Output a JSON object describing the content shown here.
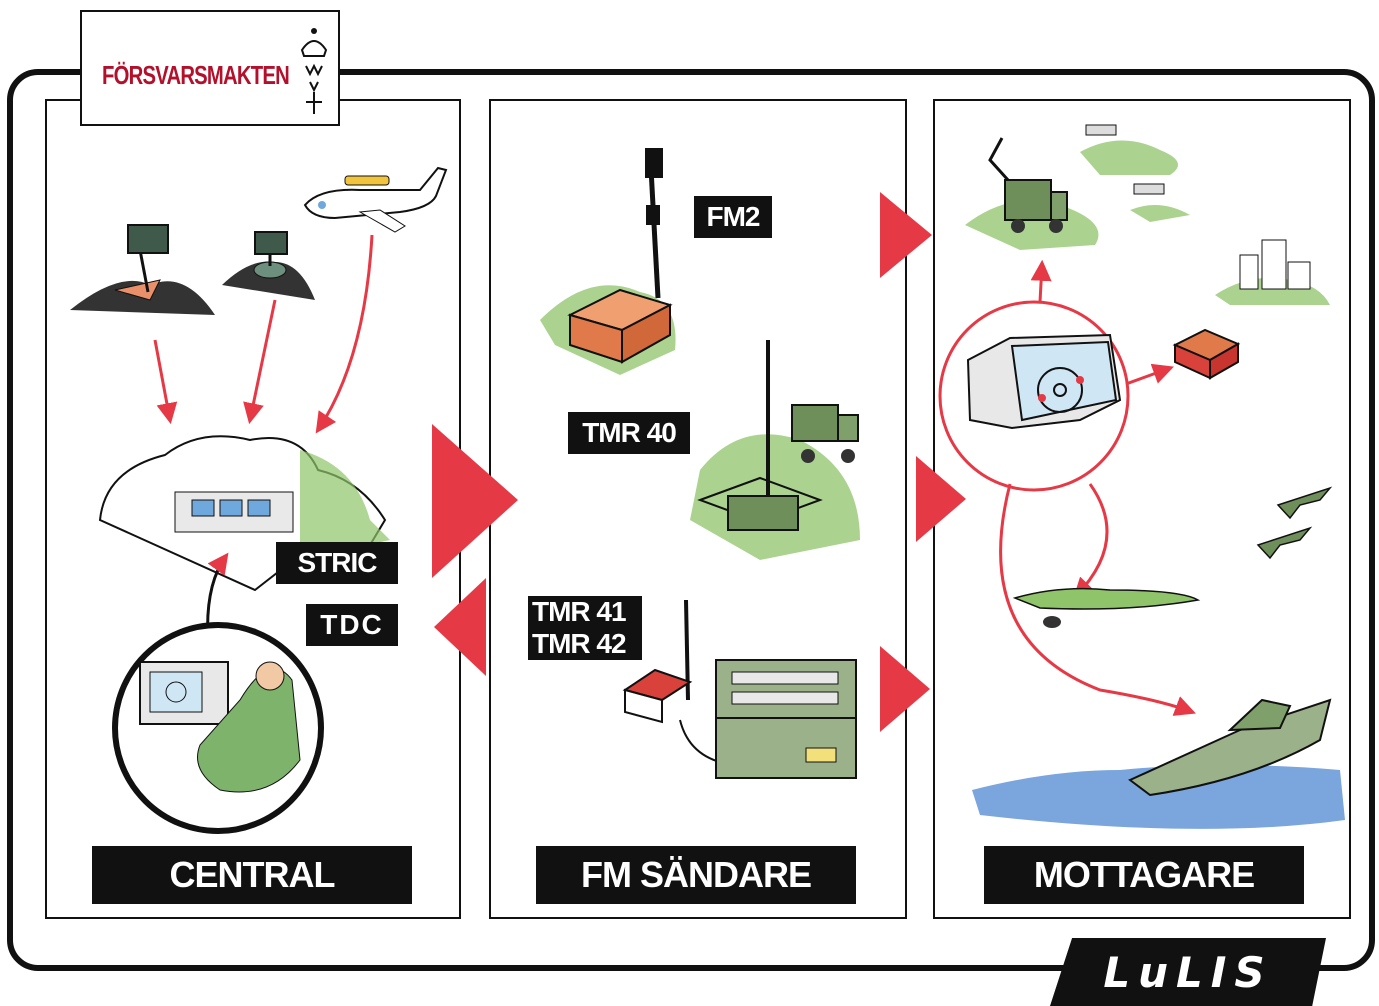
{
  "logo": {
    "text": "FÖRSVARSMAKTEN"
  },
  "panels": [
    {
      "title": "CENTRAL"
    },
    {
      "title": "FM SÄNDARE"
    },
    {
      "title": "MOTTAGARE"
    }
  ],
  "tags": {
    "stric": "STRIC",
    "tdc": "TDC",
    "fm2": "FM2",
    "tmr40": "TMR 40",
    "tmr41": "TMR 41",
    "tmr42": "TMR 42"
  },
  "footer": {
    "brand": "LuLIS"
  },
  "colors": {
    "arrow": "#e63946",
    "label_bg": "#111111",
    "logo_red": "#b3102c",
    "terrain_green": "#8fc46a",
    "sea_blue": "#5a8fd4"
  }
}
